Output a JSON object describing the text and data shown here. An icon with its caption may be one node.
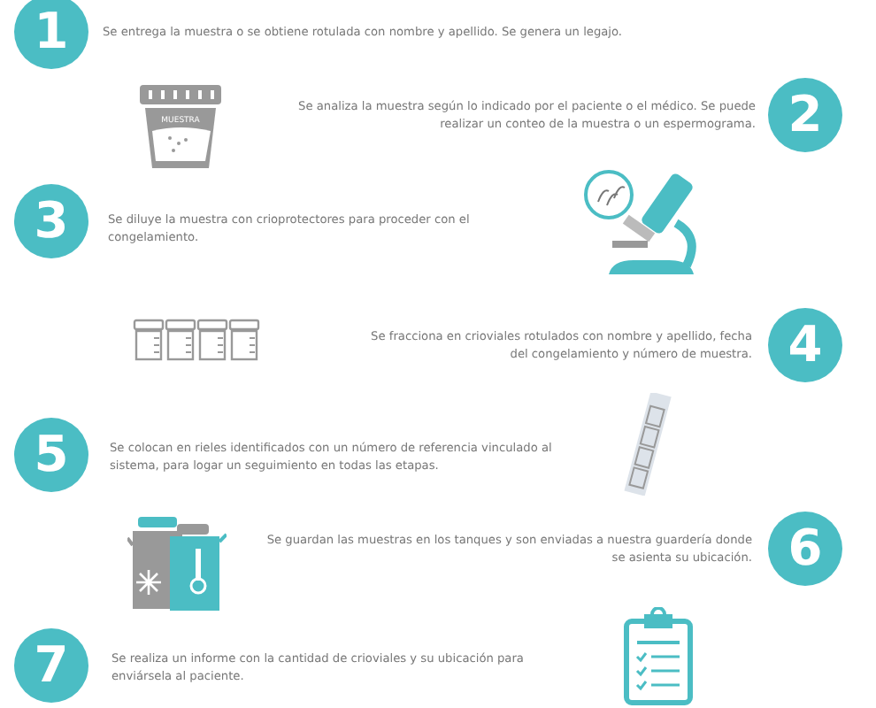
{
  "diagram": {
    "nodes": [
      {
        "text": [
          "1"
        ],
        "beside": [
          "Se entrega la muestra o se obtiene rotulada con nombre y apellido. Se genera un legajo."
        ]
      },
      {
        "text": [
          "2"
        ],
        "beside": [
          "Se analiza la muestra según lo indicado por el paciente o el médico. Se puede realizar un conteo de la muestra o un espermograma."
        ]
      },
      {
        "text": [
          "3"
        ],
        "beside": [
          "Se diluye la muestra con crioprotectores para proceder con el congelamiento."
        ]
      },
      {
        "text": [
          "4"
        ],
        "beside": [
          "Se fracciona en crioviales rotulados con nombre y apellido, fecha del congelamiento y número de muestra."
        ]
      },
      {
        "text": [
          "5"
        ],
        "beside": [
          "Se colocan en rieles identificados con un número de referencia vinculado al sistema, para logar un seguimiento en todas las etapas."
        ]
      },
      {
        "text": [
          "6"
        ],
        "beside": [
          "Se guardan las muestras en los tanques y son enviadas a nuestra guardería donde se asienta su ubicación."
        ]
      },
      {
        "text": [
          "7"
        ],
        "beside": [
          "Se realiza un informe con la cantidad de crioviales y su ubicación para enviársela al paciente."
        ]
      }
    ],
    "labels": [
      "MUESTRA"
    ]
  }
}
